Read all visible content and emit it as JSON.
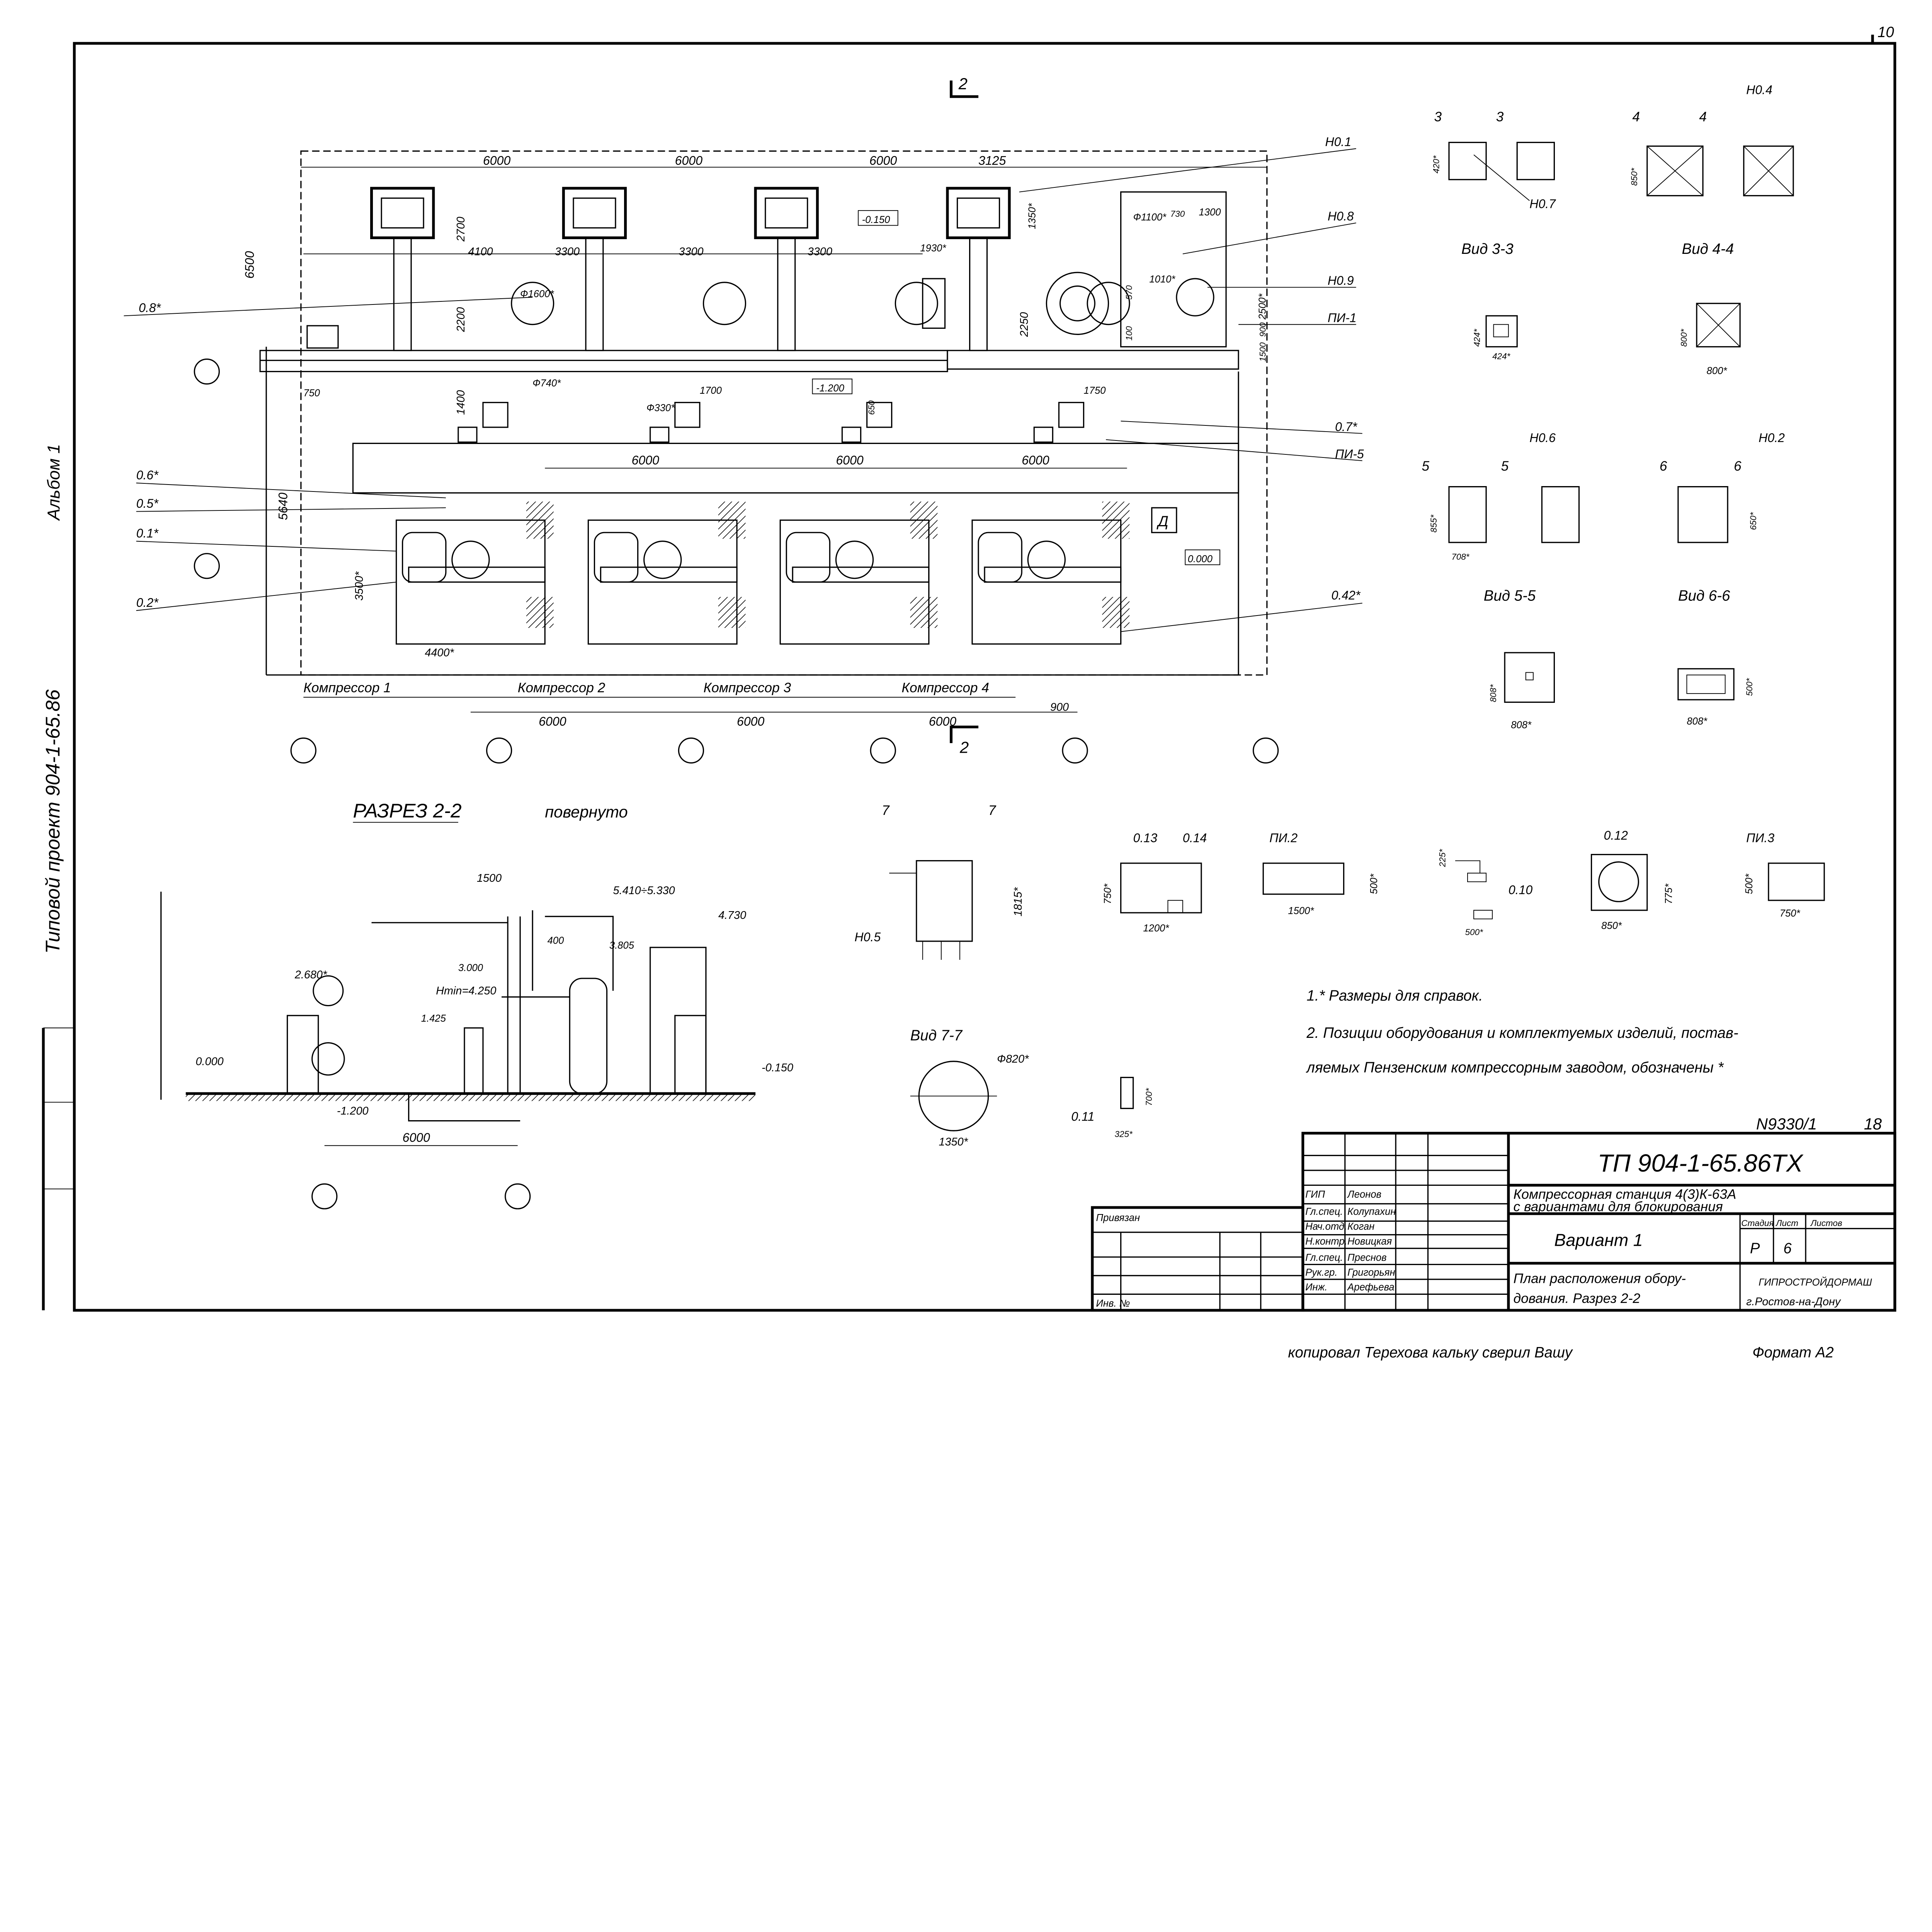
{
  "sheet": {
    "corner_number": "10",
    "archive_number": "N9330/1",
    "page_number": "18",
    "format": "Формат А2",
    "copy_note": "копировал Терехова кальку сверил Вашу",
    "album": "Альбом 1",
    "project": "Типовой проект 904-1-65.86"
  },
  "plan": {
    "section_mark_top": "2",
    "section_mark_bottom": "2",
    "top_dims": [
      "6000",
      "6000",
      "6000",
      "3125"
    ],
    "pump_dims": [
      "4100",
      "3300",
      "3300",
      "3300"
    ],
    "mid_dims": [
      "6000",
      "6000",
      "6000"
    ],
    "bottom_dims": [
      "6000",
      "6000",
      "6000",
      "900"
    ],
    "dims_misc": {
      "d6500": "6500",
      "d2700": "2700",
      "d2200": "2200",
      "d2250": "2250",
      "d1930": "1930*",
      "d1350": "1350*",
      "d750": "750",
      "d1400": "1400",
      "d5640": "5640",
      "d3500": "3500*",
      "d4400": "4400*",
      "f740": "Ф740*",
      "f330": "Ф330*",
      "d1700": "1700",
      "d1750": "1750",
      "d650": "650",
      "f1600": "Ф1600*",
      "f1100": "Ф1100*",
      "d730": "730",
      "d1300": "1300",
      "d1010": "1010*",
      "d2500": "2500*",
      "d900": "900",
      "d1500": "1500",
      "d570": "570",
      "d100": "100"
    },
    "levels": {
      "m0150": "-0.150",
      "m1200": "-1.200",
      "z000": "0.000"
    },
    "room": "Д",
    "callouts": {
      "h01": "Н0.1",
      "h08": "Н0.8",
      "h09": "Н0.9",
      "pi1": "ПИ-1",
      "o7": "0.7*",
      "pi5": "ПИ-5",
      "o42": "0.42*",
      "o8": "0.8*",
      "o6": "0.6*",
      "o5": "0.5*",
      "o1": "0.1*",
      "o2": "0.2*"
    },
    "compressors": [
      "Компрессор 1",
      "Компрессор 2",
      "Компрессор 3",
      "Компрессор 4"
    ]
  },
  "views": {
    "v33": {
      "title": "Вид 3-3",
      "mark": "3",
      "tag": "Н0.7",
      "d1": "420*",
      "d2": "424*",
      "d3": "424*"
    },
    "v44": {
      "title": "Вид 4-4",
      "mark": "4",
      "tag": "Н0.4",
      "d1": "850*",
      "d2": "800*",
      "d3": "800*"
    },
    "v55": {
      "title": "Вид 5-5",
      "mark": "5",
      "tag": "Н0.6",
      "d1": "855*",
      "d2": "708*",
      "d3": "808*",
      "d4": "808*"
    },
    "v66": {
      "title": "Вид 6-6",
      "mark": "6",
      "tag": "Н0.2",
      "d1": "650*",
      "d2": "500*",
      "d3": "808*"
    },
    "v77": {
      "title": "Вид 7-7",
      "mark": "7",
      "tag": "Н0.5",
      "d1": "1815*",
      "d2": "Ф820*",
      "d3": "1350*"
    }
  },
  "section": {
    "title": "РАЗРЕЗ 2-2",
    "subtitle": "повернуто",
    "d1500": "1500",
    "l5410": "5.410÷5.330",
    "l4730": "4.730",
    "d400": "400",
    "l3805": "3.805",
    "l3000": "3.000",
    "l2680": "2.680*",
    "hmin": "Hmin=4.250",
    "l1425": "1.425",
    "l0000": "0.000",
    "lm0150": "-0.150",
    "lm1200": "-1.200",
    "d6000": "6000"
  },
  "items": {
    "o13": "0.13",
    "o14": "0.14",
    "pi2": "ПИ.2",
    "o10": "0.10",
    "o12": "0.12",
    "pi3": "ПИ.3",
    "o11": "0.11",
    "d750a": "750*",
    "d1200": "1200*",
    "d1500": "1500*",
    "d500a": "500*",
    "d225": "225*",
    "d500b": "500*",
    "d850": "850*",
    "d775": "775*",
    "d500c": "500*",
    "d750b": "750*",
    "d700": "700*",
    "d325": "325*"
  },
  "notes": [
    "1.* Размеры для справок.",
    "2. Позиции  оборудования и комплектуемых изделий, постав-",
    "ляемых Пензенским компрессорным заводом, обозначены *"
  ],
  "title_block": {
    "code": "ТП 904-1-65.86ТХ",
    "object_line1": "Компрессорная станция 4(3)К-63А",
    "object_line2": "с вариантами для блокирования",
    "variant": "Вариант 1",
    "sheet_title_line1": "План расположения обору-",
    "sheet_title_line2": "дования. Разрез 2-2",
    "org_line1": "ГИПРОСТРОЙДОРМАШ",
    "org_line2": "г.Ростов-на-Дону",
    "stage_label": "Стадия",
    "sheet_label": "Лист",
    "sheets_label": "Листов",
    "stage": "Р",
    "sheet": "6",
    "bound_label": "Привязан",
    "inv_label": "Инв. №",
    "staff": [
      {
        "role": "ГИП",
        "name": "Леонов"
      },
      {
        "role": "Гл.спец.",
        "name": "Колупахин"
      },
      {
        "role": "Нач.отд.",
        "name": "Коган"
      },
      {
        "role": "Н.контр.",
        "name": "Новицкая"
      },
      {
        "role": "Гл.спец.",
        "name": "Преснов"
      },
      {
        "role": "Рук.гр.",
        "name": "Григорьян"
      },
      {
        "role": "Инж.",
        "name": "Арефьева"
      }
    ]
  }
}
